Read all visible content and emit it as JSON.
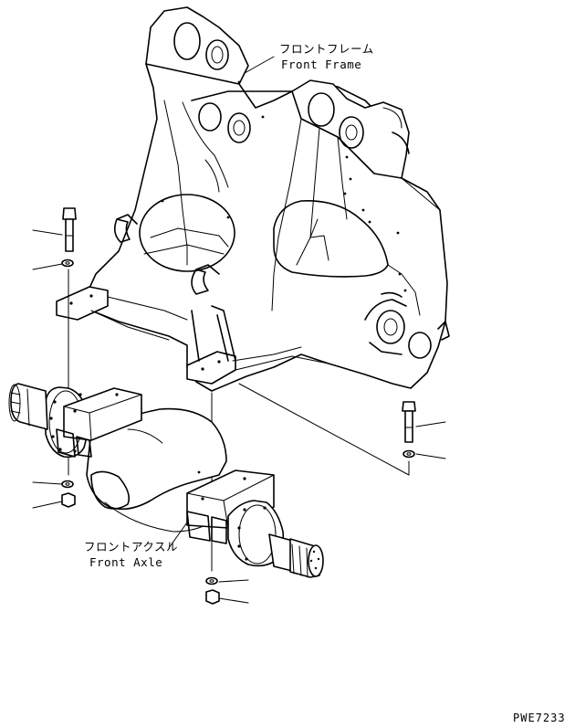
{
  "labels": {
    "front_frame_jp": "フロントフレーム",
    "front_frame_en": "Front Frame",
    "front_axle_jp": "フロントアクスル",
    "front_axle_en": "Front Axle"
  },
  "reference_code": "PWE7233"
}
